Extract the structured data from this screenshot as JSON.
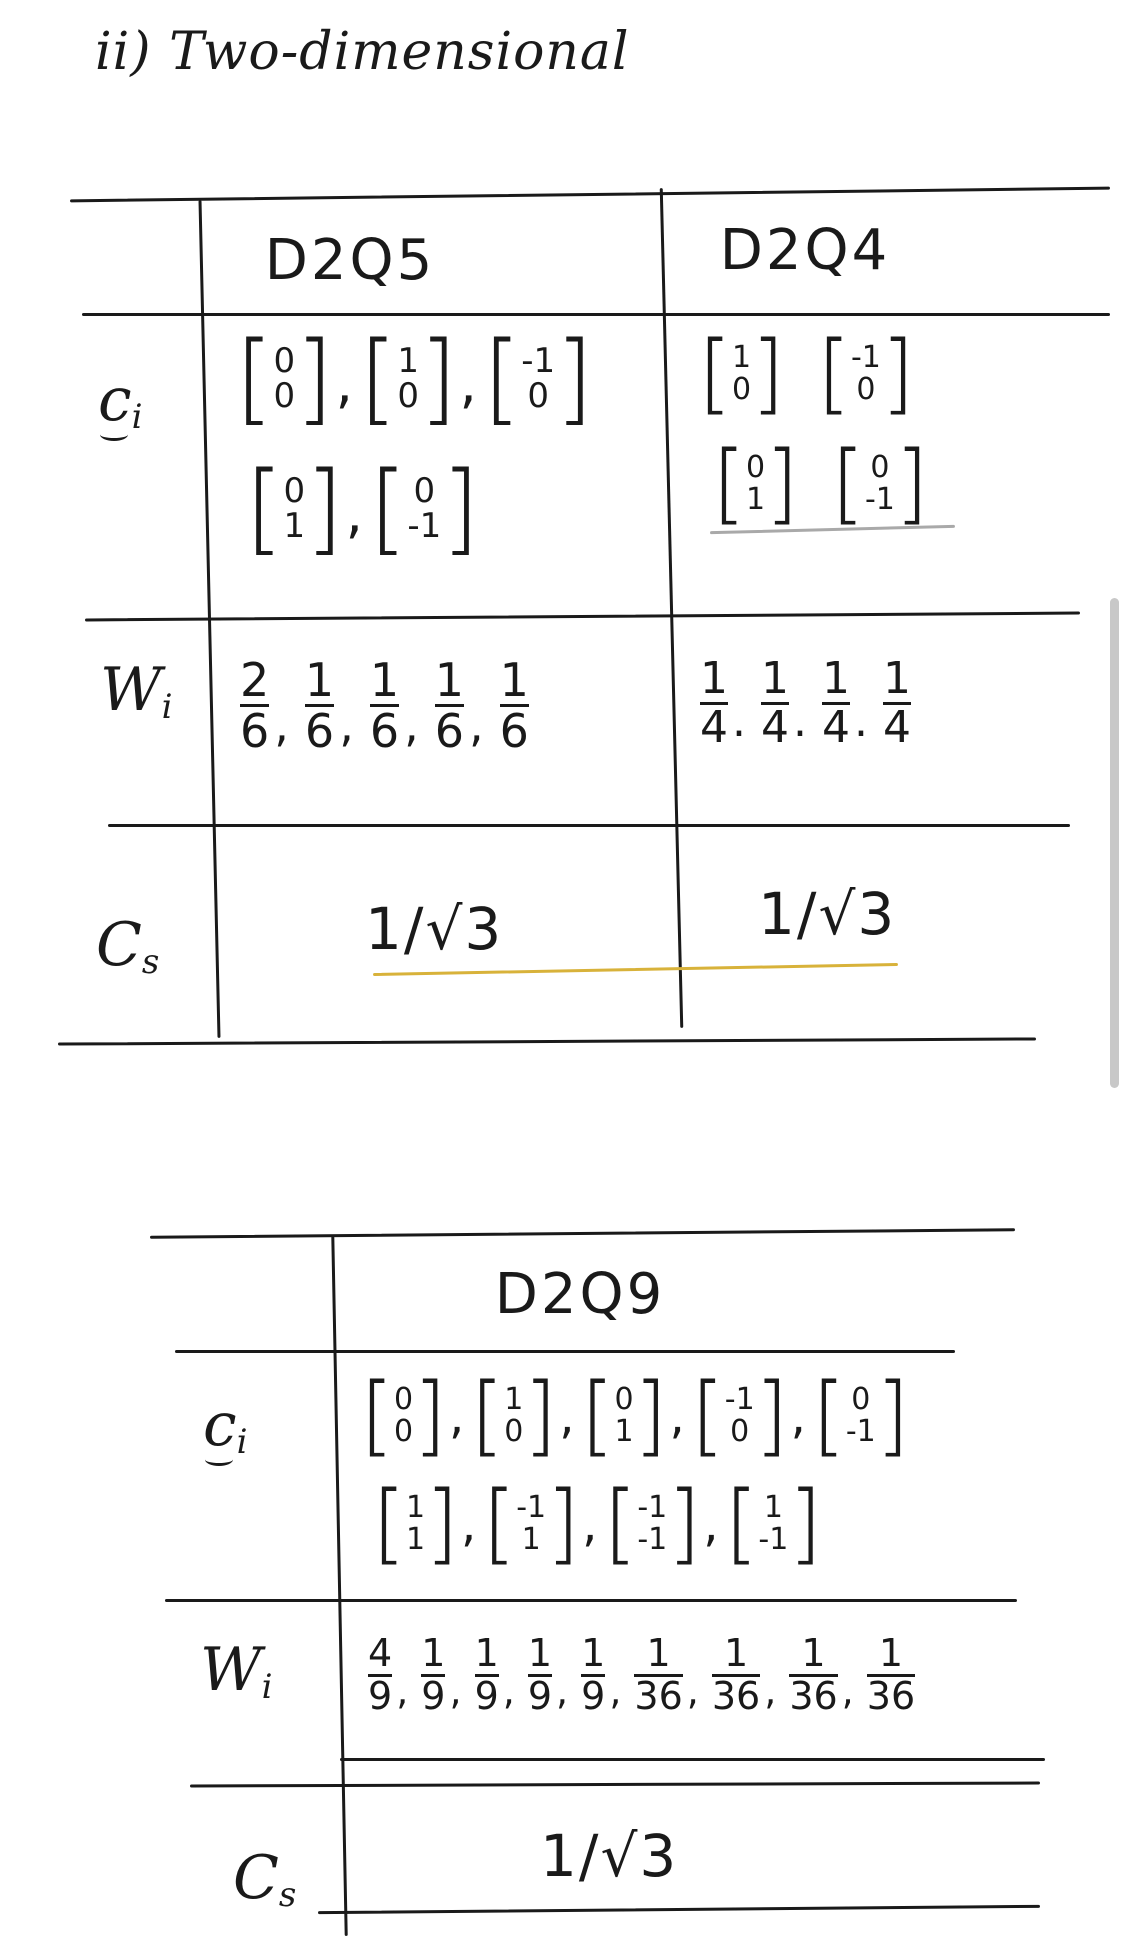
{
  "title": "ii) Two-dimensional",
  "table1": {
    "headers": [
      "D2Q5",
      "D2Q4"
    ],
    "row_labels": {
      "c": "c",
      "c_sub": "i",
      "w": "W",
      "w_sub": "i",
      "cs": "C",
      "cs_sub": "s"
    },
    "d2q5_vectors_row1": [
      [
        "0",
        "0"
      ],
      [
        "1",
        "0"
      ],
      [
        "-1",
        "0"
      ]
    ],
    "d2q5_vectors_row2": [
      [
        "0",
        "1"
      ],
      [
        "0",
        "-1"
      ]
    ],
    "d2q4_vectors_row1": [
      [
        "1",
        "0"
      ],
      [
        "-1",
        "0"
      ]
    ],
    "d2q4_vectors_row2": [
      [
        "0",
        "1"
      ],
      [
        "0",
        "-1"
      ]
    ],
    "d2q5_weights": [
      [
        "2",
        "6"
      ],
      [
        "1",
        "6"
      ],
      [
        "1",
        "6"
      ],
      [
        "1",
        "6"
      ],
      [
        "1",
        "6"
      ]
    ],
    "d2q4_weights": [
      [
        "1",
        "4"
      ],
      [
        "1",
        "4"
      ],
      [
        "1",
        "4"
      ],
      [
        "1",
        "4"
      ]
    ],
    "d2q5_cs": "1/√3",
    "d2q4_cs": "1/√3",
    "underline_color": "#d8b23a",
    "d2q4_underline_color": "#a9a9a9"
  },
  "table2": {
    "header": "D2Q9",
    "row_labels": {
      "c": "c",
      "c_sub": "i",
      "w": "W",
      "w_sub": "i",
      "cs": "C",
      "cs_sub": "s"
    },
    "vectors_row1": [
      [
        "0",
        "0"
      ],
      [
        "1",
        "0"
      ],
      [
        "0",
        "1"
      ],
      [
        "-1",
        "0"
      ],
      [
        "0",
        "-1"
      ]
    ],
    "vectors_row2": [
      [
        "1",
        "1"
      ],
      [
        "-1",
        "1"
      ],
      [
        "-1",
        "-1"
      ],
      [
        "1",
        "-1"
      ]
    ],
    "weights": [
      [
        "4",
        "9"
      ],
      [
        "1",
        "9"
      ],
      [
        "1",
        "9"
      ],
      [
        "1",
        "9"
      ],
      [
        "1",
        "9"
      ],
      [
        "1",
        "36"
      ],
      [
        "1",
        "36"
      ],
      [
        "1",
        "36"
      ],
      [
        "1",
        "36"
      ]
    ],
    "cs": "1/√3"
  }
}
